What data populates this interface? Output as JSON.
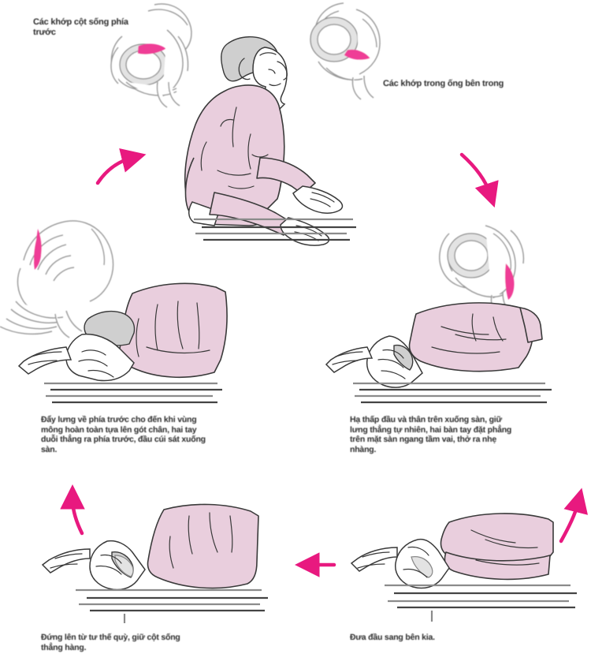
{
  "document": {
    "title": "Chu trình tư thế quỳ lạy",
    "language": "vi",
    "background_color": "#ffffff"
  },
  "palette": {
    "shirt_pink": "#e9cedd",
    "arrow_magenta": "#e8197f",
    "disc_highlight": "#ef3d96",
    "ink": "#3a3a3a",
    "bone_light": "#ffffff",
    "bone_shadow": "#e3e3e3",
    "floor_gray": "#8b8b8b",
    "text": "#2b2b2b"
  },
  "panels": [
    {
      "id": "panel-top",
      "position": "top-center",
      "figure": "seated-kneeling-upright",
      "caption": "",
      "anatomy_labels": [
        "top-left-spine-pelvis",
        "top-right-spine-pelvis"
      ]
    },
    {
      "id": "panel-mid-left",
      "position": "middle-left",
      "figure": "bowing-forward-hands-to-floor",
      "caption": "Đẩy lưng về phía trước cho đến khi vùng mông hoàn toàn tựa lên gót chân, hai tay duỗi thẳng ra phía trước, đầu cúi sát xuống sàn.",
      "anatomy_labels": [
        "left-spine-lordosis"
      ]
    },
    {
      "id": "panel-mid-right",
      "position": "middle-right",
      "figure": "prostrating-head-down-arms-forward",
      "caption": "Hạ thấp đầu và thân trên xuống sàn, giữ lưng thẳng tự nhiên, hai bàn tay đặt phẳng trên mặt sàn ngang tầm vai, thở ra nhẹ nhàng.",
      "anatomy_labels": [
        "right-spine-pelvis"
      ]
    },
    {
      "id": "panel-bottom-left",
      "position": "bottom-left",
      "figure": "rising-from-prostration",
      "caption": "Đứng lên từ tư thế quỳ, giữ cột sống thẳng hàng.",
      "anatomy_labels": []
    },
    {
      "id": "panel-bottom-right",
      "position": "bottom-right",
      "figure": "full-prostration-forehead-to-floor",
      "caption": "Đưa đầu sang bên kia.",
      "anatomy_labels": []
    }
  ],
  "captions": {
    "top_left": "Các khớp cột sống phía trước",
    "top_right": "Các khớp trong ống bên trong",
    "mid_left": "Đẩy lưng về phía trước cho đến khi vùng mông hoàn toàn tựa lên gót chân, hai tay duỗi thẳng ra phía trước, đầu cúi sát xuống sàn.",
    "mid_right": "Hạ thấp đầu và thân trên xuống sàn, giữ lưng thẳng tự nhiên, hai bàn tay đặt phẳng trên mặt sàn ngang tầm vai, thở ra nhẹ nhàng.",
    "bottom_left": "Đứng lên từ tư thế quỳ, giữ cột sống thẳng hàng.",
    "bottom_right": "Đưa đầu sang bên kia."
  },
  "arrows": [
    {
      "id": "arrow-top-left",
      "label": "flow-arrow-upper-left",
      "direction": "up-right"
    },
    {
      "id": "arrow-top-right",
      "label": "flow-arrow-upper-right",
      "direction": "down-right"
    },
    {
      "id": "arrow-bottom-left",
      "label": "flow-arrow-lower-left",
      "direction": "up-right"
    },
    {
      "id": "arrow-bottom-right",
      "label": "flow-arrow-lower-right",
      "direction": "up-right"
    },
    {
      "id": "arrow-bottom-center",
      "label": "flow-arrow-bottom-center",
      "direction": "left"
    }
  ]
}
